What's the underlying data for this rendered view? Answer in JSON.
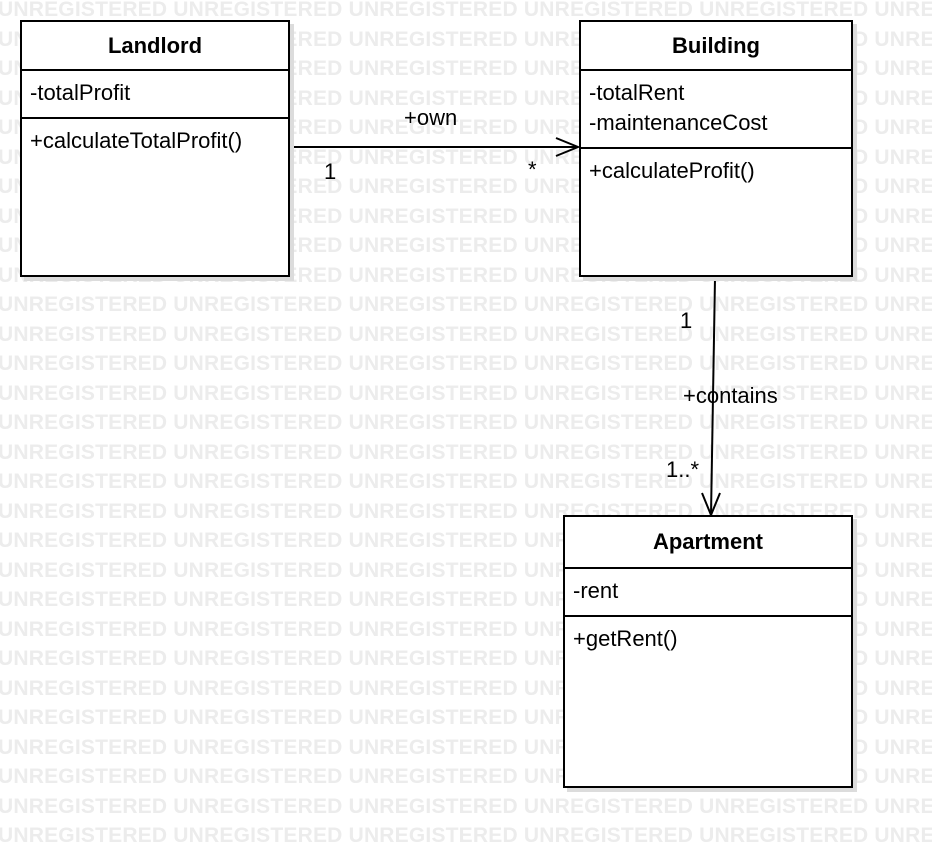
{
  "watermark": {
    "text": "UNREGISTERED",
    "color": "#ececec"
  },
  "classes": {
    "landlord": {
      "name": "Landlord",
      "attributes": [
        "-totalProfit"
      ],
      "operations": [
        "+calculateTotalProfit()"
      ]
    },
    "building": {
      "name": "Building",
      "attributes": [
        "-totalRent",
        "-maintenanceCost"
      ],
      "operations": [
        "+calculateProfit()"
      ]
    },
    "apartment": {
      "name": "Apartment",
      "attributes": [
        "-rent"
      ],
      "operations": [
        "+getRent()"
      ]
    }
  },
  "associations": {
    "own": {
      "label": "+own",
      "source_multiplicity": "1",
      "target_multiplicity": "*"
    },
    "contains": {
      "label": "+contains",
      "source_multiplicity": "1",
      "target_multiplicity": "1..*"
    }
  }
}
